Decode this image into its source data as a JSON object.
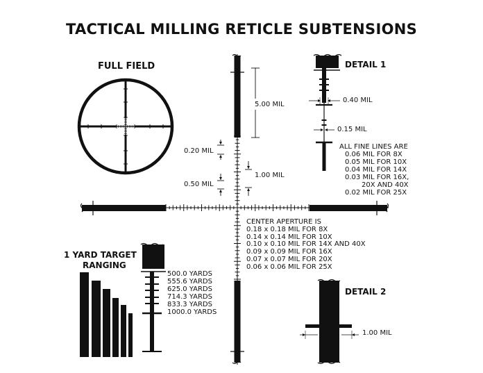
{
  "title": "TACTICAL MILLING RETICLE SUBTENSIONS",
  "full_field": {
    "label": "FULL FIELD"
  },
  "main_reticle": {
    "post_length_label": "5.00 MIL",
    "dot_spacing_label": "0.20 MIL",
    "major_tick_label": "1.00 MIL",
    "minor_tick_label": "0.50 MIL",
    "aperture_lines": [
      "CENTER APERTURE IS",
      "0.18 x 0.18 MIL FOR 8X",
      "0.14 x 0.14 MIL FOR 10X",
      "0.10 x 0.10 MIL FOR 14X AND 40X",
      "0.09 x 0.09 MIL FOR 16X",
      "0.07 x 0.07 MIL FOR 20X",
      "0.06 x 0.06 MIL FOR 25X"
    ]
  },
  "detail1": {
    "label": "DETAIL 1",
    "tick_width_label": "0.40 MIL",
    "line_width_label": "0.15 MIL",
    "fine_lines": [
      "ALL FINE LINES ARE",
      "0.06 MIL FOR 8X",
      "0.05 MIL FOR 10X",
      "0.04 MIL FOR 14X",
      "0.03 MIL FOR 16X,",
      "20X AND 40X",
      "0.02 MIL FOR 25X"
    ]
  },
  "ranging": {
    "label_line1": "1 YARD TARGET",
    "label_line2": "RANGING",
    "yards": [
      "500.0 YARDS",
      "555.6 YARDS",
      "625.0 YARDS",
      "714.3 YARDS",
      "833.3 YARDS",
      "1000.0 YARDS"
    ]
  },
  "detail2": {
    "label": "DETAIL 2",
    "bar_label": "1.00 MIL"
  }
}
